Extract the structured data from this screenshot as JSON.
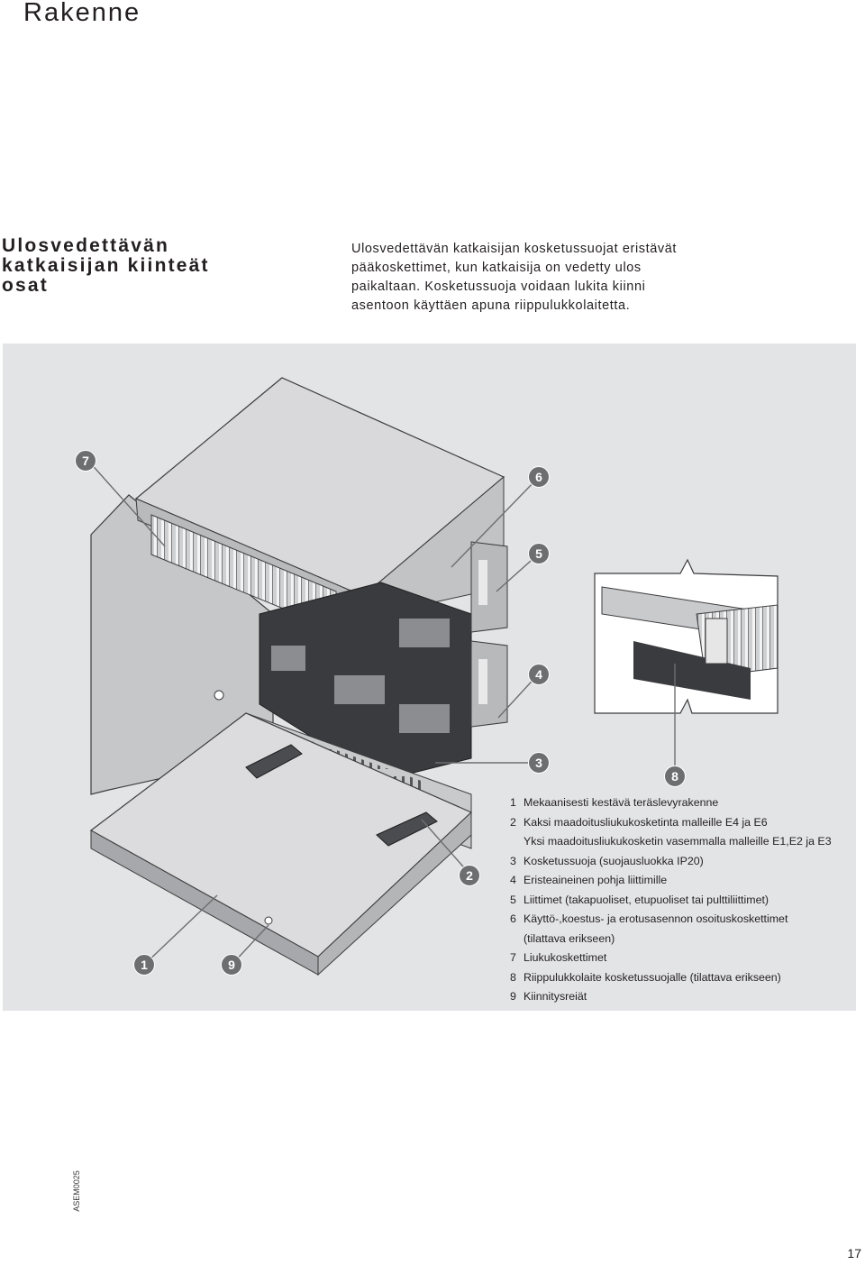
{
  "page": {
    "title": "Rakenne",
    "section_heading": [
      "Ulosvedettävän",
      "katkaisijan kiinteät",
      "osat"
    ],
    "intro_lines": [
      "Ulosvedettävän katkaisijan kosketussuojat eristävät",
      "pääkoskettimet, kun katkaisija on vedetty ulos",
      "paikaltaan. Kosketussuoja voidaan lukita kiinni",
      "asentoon käyttäen apuna riippulukkolaitetta."
    ],
    "figure_code": "ASEM0025",
    "callouts": [
      "7",
      "6",
      "5",
      "4",
      "3",
      "8",
      "2",
      "1",
      "9"
    ],
    "legend": [
      {
        "num": "1",
        "text": "Mekaanisesti kestävä teräslevyrakenne"
      },
      {
        "num": "2",
        "text": "Kaksi maadoitusliukukosketinta malleille E4 ja E6"
      },
      {
        "num": "",
        "text": "Yksi maadoitusliukukosketin vasemmalla malleille E1,E2 ja E3"
      },
      {
        "num": "3",
        "text": "Kosketussuoja (suojausluokka IP20)"
      },
      {
        "num": "4",
        "text": "Eristeaineinen pohja liittimille"
      },
      {
        "num": "5",
        "text": "Liittimet (takapuoliset, etupuoliset tai pulttiliittimet)"
      },
      {
        "num": "6",
        "text": "Käyttö-,koestus- ja erotusasennon osoituskoskettimet"
      },
      {
        "num": "",
        "text": "(tilattava erikseen)"
      },
      {
        "num": "7",
        "text": "Liukukoskettimet"
      },
      {
        "num": "8",
        "text": "Riippulukkolaite kosketussuojalle (tilattava erikseen)"
      },
      {
        "num": "9",
        "text": "Kiinnitysreiät"
      }
    ],
    "page_number": "17"
  }
}
